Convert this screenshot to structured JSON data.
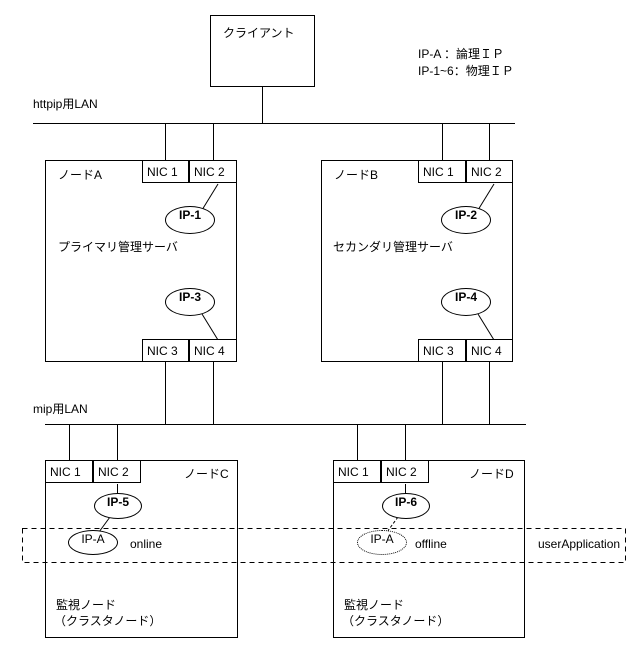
{
  "legend": {
    "line1": "IP-A ：論理ＩＰ",
    "line2": "IP-1~6：物理ＩＰ"
  },
  "client": {
    "label": "クライアント"
  },
  "lan_httpip": {
    "label": "httpip用LAN"
  },
  "lan_mip": {
    "label": "mip用LAN"
  },
  "node_a": {
    "title": "ノードA",
    "role": "プライマリ管理サーバ",
    "nic1": "NIC 1",
    "nic2": "NIC 2",
    "nic3": "NIC 3",
    "nic4": "NIC 4",
    "ip_upper": "IP-1",
    "ip_lower": "IP-3"
  },
  "node_b": {
    "title": "ノードB",
    "role": "セカンダリ管理サーバ",
    "nic1": "NIC 1",
    "nic2": "NIC 2",
    "nic3": "NIC 3",
    "nic4": "NIC 4",
    "ip_upper": "IP-2",
    "ip_lower": "IP-4"
  },
  "node_c": {
    "title": "ノードC",
    "nic1": "NIC 1",
    "nic2": "NIC 2",
    "ip_physical": "IP-5",
    "ip_logical": "IP-A",
    "status": "online",
    "role_line1": "監視ノード",
    "role_line2": "（クラスタノード）"
  },
  "node_d": {
    "title": "ノードD",
    "nic1": "NIC 1",
    "nic2": "NIC 2",
    "ip_physical": "IP-6",
    "ip_logical": "IP-A",
    "status": "offline",
    "role_line1": "監視ノード",
    "role_line2": "（クラスタノード）"
  },
  "user_application": {
    "label": "userApplication"
  },
  "colors": {
    "line": "#000000",
    "background": "#ffffff"
  }
}
